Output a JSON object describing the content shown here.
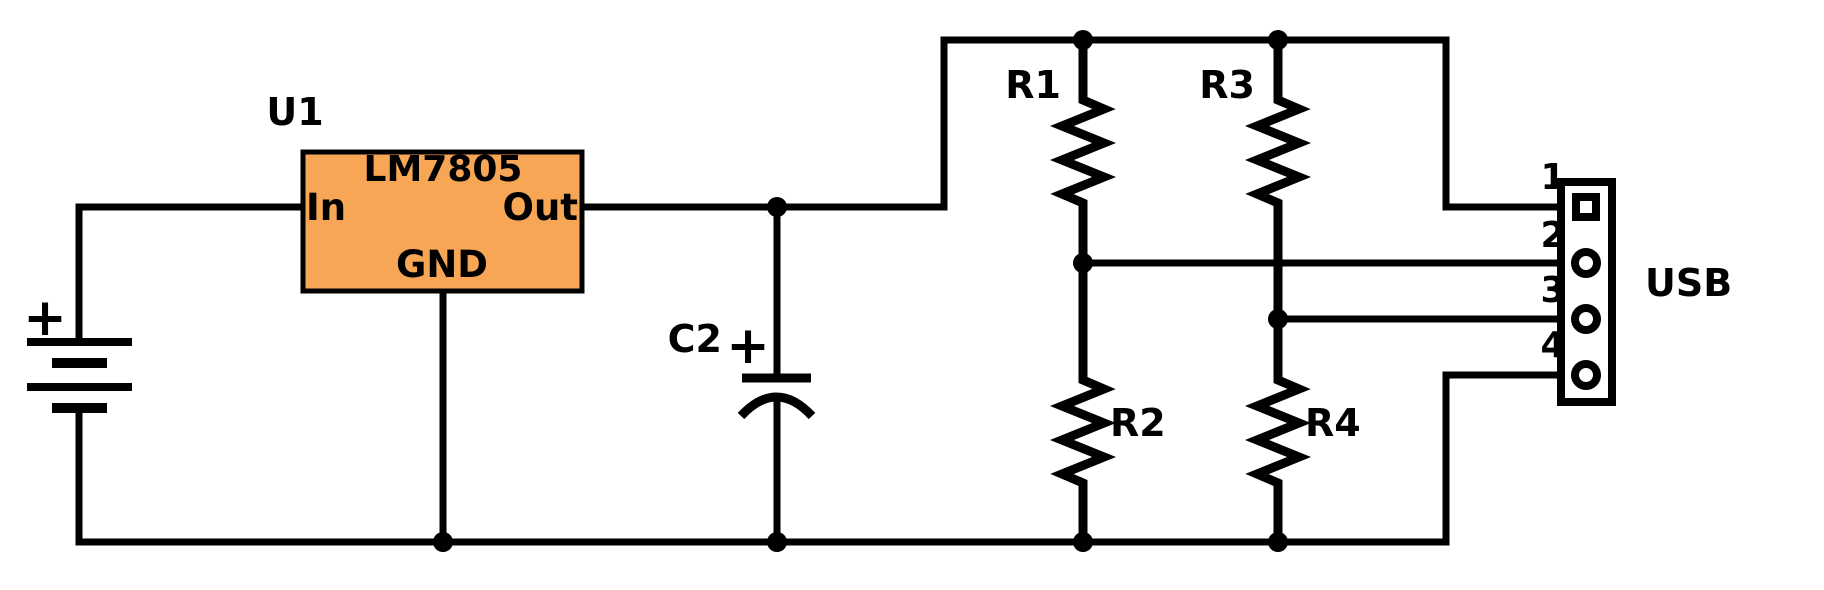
{
  "colors": {
    "regulator_fill": "#F7A656",
    "wire": "#000000",
    "background": "#FFFFFF"
  },
  "components": {
    "battery": {
      "polarity": "+"
    },
    "regulator": {
      "designator": "U1",
      "part": "LM7805",
      "pin_in": "In",
      "pin_out": "Out",
      "pin_gnd": "GND"
    },
    "capacitor": {
      "designator": "C2",
      "polarity": "+"
    },
    "resistors": [
      {
        "designator": "R1"
      },
      {
        "designator": "R2"
      },
      {
        "designator": "R3"
      },
      {
        "designator": "R4"
      }
    ],
    "usb_connector": {
      "label": "USB",
      "pin_numbers": [
        "1",
        "2",
        "3",
        "4"
      ]
    }
  }
}
